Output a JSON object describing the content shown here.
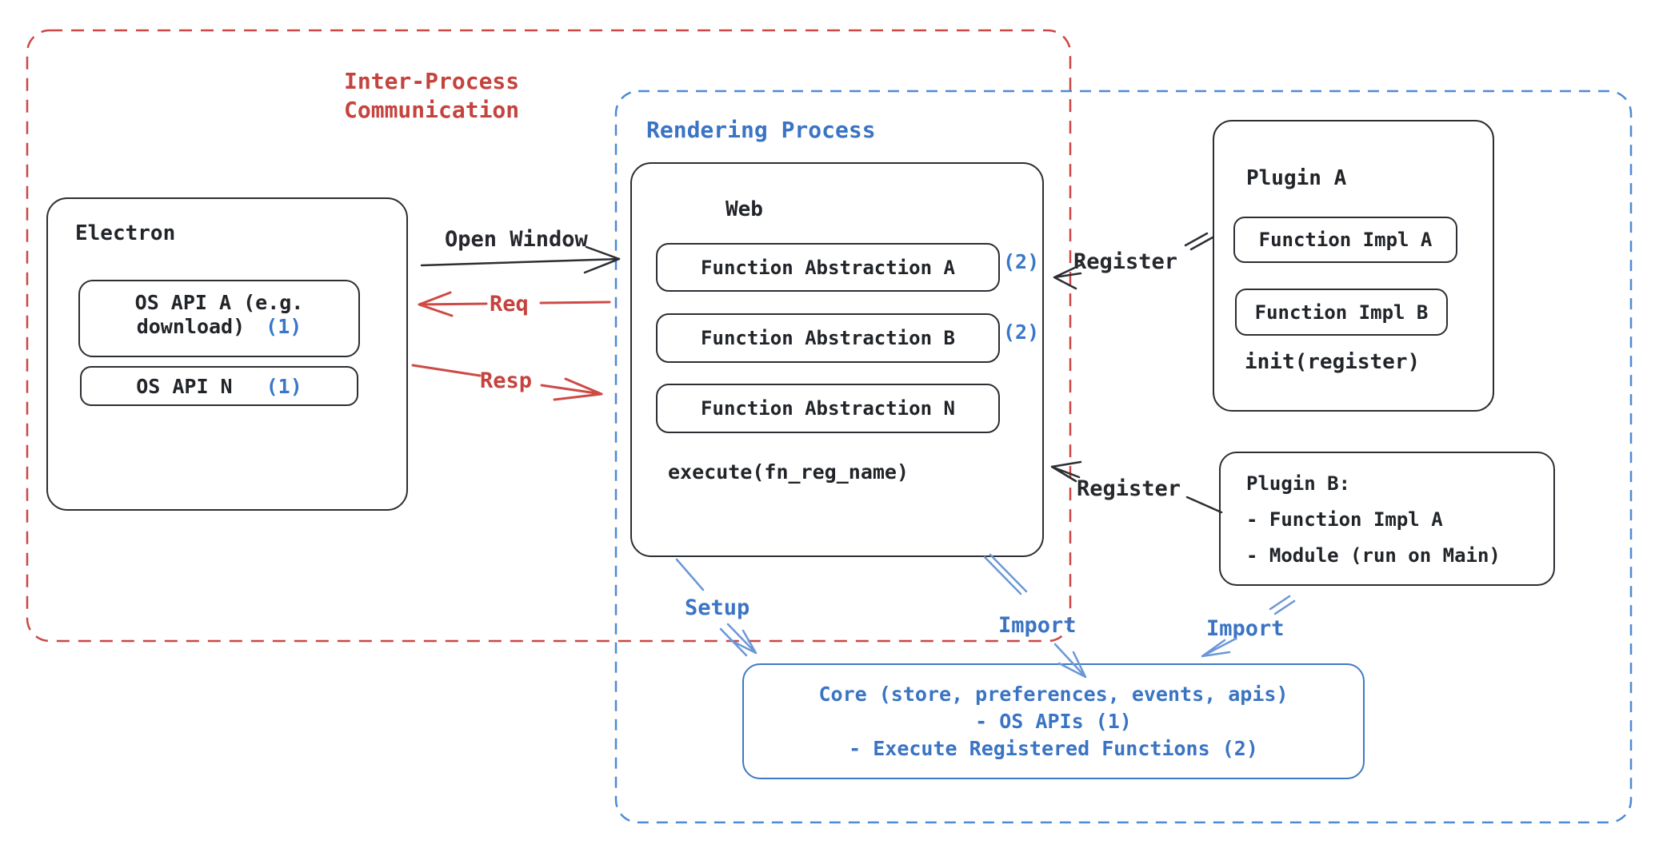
{
  "groups": {
    "ipc_label": "Inter-Process\nCommunication",
    "rendering_label": "Rendering Process"
  },
  "electron": {
    "title": "Electron",
    "api_a_label": "OS API A (e.g. download)",
    "api_a_badge": "(1)",
    "api_n_label": "OS API N",
    "api_n_badge": "(1)"
  },
  "web": {
    "title": "Web",
    "fn_a": "Function Abstraction A",
    "fn_a_badge": "(2)",
    "fn_b": "Function Abstraction B",
    "fn_b_badge": "(2)",
    "fn_n": "Function Abstraction N",
    "execute": "execute(fn_reg_name)"
  },
  "plugin_a": {
    "title": "Plugin A",
    "impl_a": "Function Impl A",
    "impl_b": "Function Impl B",
    "init": "init(register)"
  },
  "plugin_b": {
    "title": "Plugin B:",
    "item_1": "- Function Impl A",
    "item_2": "- Module (run on Main)"
  },
  "core": {
    "line_1": "Core (store, preferences, events, apis)",
    "line_2": "- OS APIs (1)",
    "line_3": "- Execute Registered Functions (2)"
  },
  "arrows": {
    "open_window": "Open Window",
    "req": "Req",
    "resp": "Resp",
    "register_web": "Register",
    "register_plugin_b": "Register",
    "setup": "Setup",
    "import_web": "Import",
    "import_plugin_b": "Import"
  },
  "colors": {
    "ink": "#26282c",
    "red": "#c5433e",
    "blue_text": "#3a74c4",
    "blue_arrow": "#6b97d7",
    "blue_dash": "#4e8ad2",
    "badge_blue": "#3878c9"
  }
}
